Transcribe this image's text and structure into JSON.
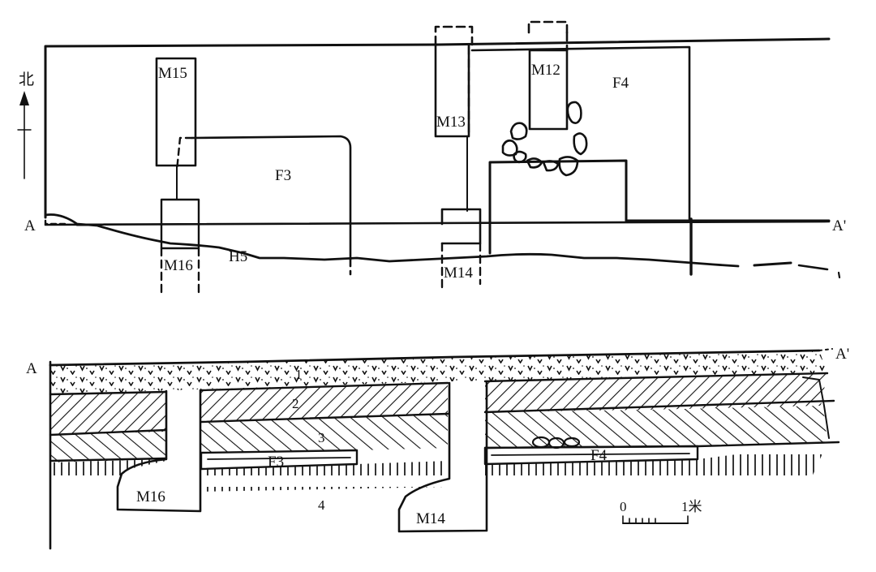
{
  "north_label": "北",
  "plan": {
    "section_start": "A",
    "section_end": "A'",
    "features": {
      "m15": "M15",
      "m13": "M13",
      "m12": "M12",
      "f3": "F3",
      "f4": "F4",
      "m16": "M16",
      "h5": "H5",
      "m14": "M14"
    }
  },
  "profile": {
    "section_start": "A",
    "section_end": "A'",
    "layers": {
      "l1": "1",
      "l2": "2",
      "l3": "3",
      "l4": "4"
    },
    "features": {
      "f3": "F3",
      "f4": "F4",
      "m16": "M16",
      "m14": "M14"
    }
  },
  "scale_bar": {
    "zero": "0",
    "one": "1米"
  }
}
